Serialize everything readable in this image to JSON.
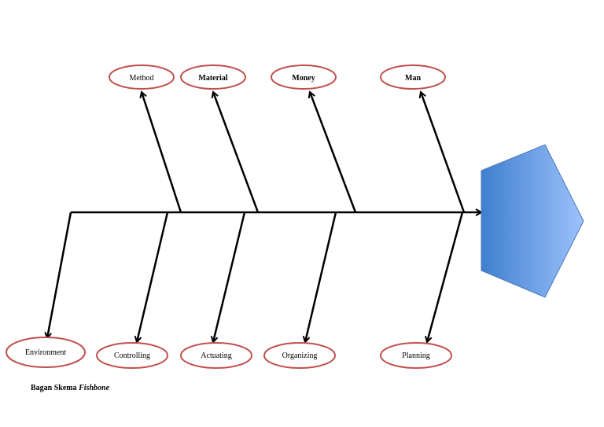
{
  "diagram": {
    "type": "fishbone",
    "colors": {
      "ellipse_stroke": "#c0504d",
      "arrow": "#000000",
      "head_fill_dark": "#3f7fcf",
      "head_fill_light": "#9cc2fb"
    },
    "top_causes": [
      {
        "label": "Method",
        "bold": false
      },
      {
        "label": "Material",
        "bold": true
      },
      {
        "label": "Money",
        "bold": true
      },
      {
        "label": "Man",
        "bold": true
      }
    ],
    "bottom_causes": [
      {
        "label": "Environment"
      },
      {
        "label": "Controlling"
      },
      {
        "label": "Actuating"
      },
      {
        "label": "Organizing"
      },
      {
        "label": "Planning"
      }
    ]
  },
  "caption": {
    "prefix": "Bagan Skema",
    "emphasis": "Fishbone"
  }
}
